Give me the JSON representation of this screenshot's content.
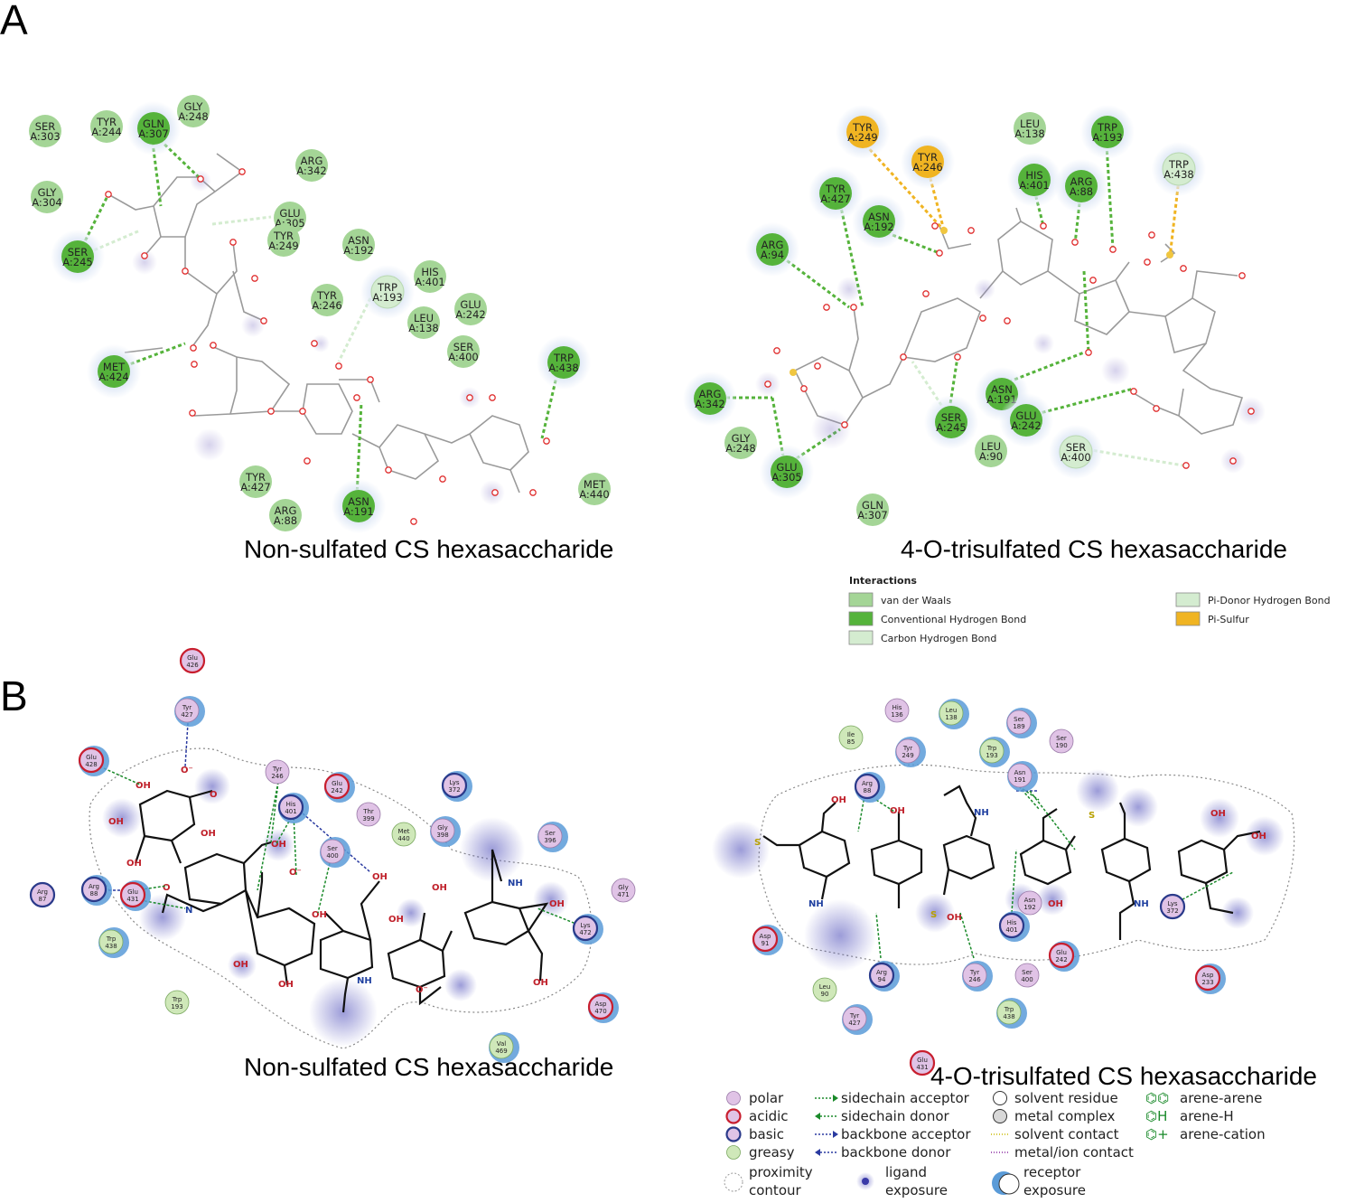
{
  "panels": {
    "a": "A",
    "b": "B"
  },
  "titles": {
    "a_left": "Non-sulfated CS hexasaccharide",
    "a_right": "4-O-trisulfated CS hexasaccharide",
    "b_left": "Non-sulfated CS hexasaccharide",
    "b_right": "4-O-trisulfated CS hexasaccharide"
  },
  "colors": {
    "vdw": "#a4d596",
    "hbond": "#55b33b",
    "carbon": "#d4ecd0",
    "pidonor": "#d4ecd0",
    "pisulfur": "#f0b422",
    "polar": "#e0c3e6",
    "acidic": "#c81e2e",
    "basic": "#2a3a8a",
    "greasy": "#cfe8b9",
    "exposure": "#5a9bd8",
    "ligand_exposure": "#4a4ab8"
  },
  "legend_a": {
    "heading": "Interactions",
    "items": [
      {
        "label": "van der Waals",
        "color": "#a4d596"
      },
      {
        "label": "Conventional Hydrogen Bond",
        "color": "#55b33b"
      },
      {
        "label": "Carbon Hydrogen Bond",
        "color": "#d4ecd0"
      },
      {
        "label": "Pi-Donor Hydrogen Bond",
        "color": "#d4ecd0"
      },
      {
        "label": "Pi-Sulfur",
        "color": "#f0b422"
      }
    ]
  },
  "legend_b": {
    "col1": [
      {
        "label": "polar",
        "kind": "polar"
      },
      {
        "label": "acidic",
        "kind": "acidic"
      },
      {
        "label": "basic",
        "kind": "basic"
      },
      {
        "label": "greasy",
        "kind": "greasy"
      },
      {
        "label1": "proximity",
        "label2": "contour",
        "kind": "contour"
      }
    ],
    "col2": [
      {
        "label": "sidechain acceptor",
        "kind": "sc-acc"
      },
      {
        "label": "sidechain donor",
        "kind": "sc-don"
      },
      {
        "label": "backbone acceptor",
        "kind": "bb-acc"
      },
      {
        "label": "backbone donor",
        "kind": "bb-don"
      },
      {
        "label1": "ligand",
        "label2": "exposure",
        "kind": "lig-exp"
      }
    ],
    "col3": [
      {
        "label": "solvent residue",
        "kind": "solvent"
      },
      {
        "label": "metal complex",
        "kind": "metal"
      },
      {
        "label": "solvent contact",
        "kind": "solv-contact"
      },
      {
        "label": "metal/ion contact",
        "kind": "metal-contact"
      },
      {
        "label1": "receptor",
        "label2": "exposure",
        "kind": "rec-exp"
      }
    ],
    "col4": [
      {
        "label": "arene-arene"
      },
      {
        "label": "arene-H"
      },
      {
        "label": "arene-cation"
      }
    ]
  },
  "atoms": {
    "o": "O",
    "oh": "OH",
    "h": "H",
    "n": "N",
    "nh": "NH",
    "ominus": "O⁻",
    "s": "S"
  },
  "a_left_residues": [
    {
      "n": "SER",
      "id": "A:303",
      "t": "vdw"
    },
    {
      "n": "TYR",
      "id": "A:244",
      "t": "vdw"
    },
    {
      "n": "GLN",
      "id": "A:307",
      "t": "hb"
    },
    {
      "n": "GLY",
      "id": "A:248",
      "t": "vdw"
    },
    {
      "n": "GLY",
      "id": "A:304",
      "t": "vdw"
    },
    {
      "n": "ARG",
      "id": "A:342",
      "t": "vdw"
    },
    {
      "n": "GLU",
      "id": "A:305",
      "t": "vdw"
    },
    {
      "n": "TYR",
      "id": "A:249",
      "t": "vdw"
    },
    {
      "n": "SER",
      "id": "A:245",
      "t": "hb"
    },
    {
      "n": "ASN",
      "id": "A:192",
      "t": "vdw"
    },
    {
      "n": "TYR",
      "id": "A:246",
      "t": "vdw"
    },
    {
      "n": "TRP",
      "id": "A:193",
      "t": "cb"
    },
    {
      "n": "HIS",
      "id": "A:401",
      "t": "vdw"
    },
    {
      "n": "GLU",
      "id": "A:242",
      "t": "vdw"
    },
    {
      "n": "LEU",
      "id": "A:138",
      "t": "vdw"
    },
    {
      "n": "SER",
      "id": "A:400",
      "t": "vdw"
    },
    {
      "n": "MET",
      "id": "A:424",
      "t": "hb"
    },
    {
      "n": "TRP",
      "id": "A:438",
      "t": "hb"
    },
    {
      "n": "TYR",
      "id": "A:427",
      "t": "vdw"
    },
    {
      "n": "ARG",
      "id": "A:88",
      "t": "vdw"
    },
    {
      "n": "ASN",
      "id": "A:191",
      "t": "hb"
    },
    {
      "n": "MET",
      "id": "A:440",
      "t": "vdw"
    }
  ],
  "a_right_residues": [
    {
      "n": "TYR",
      "id": "A:249",
      "t": "ps"
    },
    {
      "n": "TYR",
      "id": "A:246",
      "t": "ps"
    },
    {
      "n": "LEU",
      "id": "A:138",
      "t": "vdw"
    },
    {
      "n": "TRP",
      "id": "A:193",
      "t": "hb"
    },
    {
      "n": "TRP",
      "id": "A:438",
      "t": "cb"
    },
    {
      "n": "HIS",
      "id": "A:401",
      "t": "hb"
    },
    {
      "n": "ARG",
      "id": "A:88",
      "t": "hb"
    },
    {
      "n": "TYR",
      "id": "A:427",
      "t": "hb"
    },
    {
      "n": "ASN",
      "id": "A:192",
      "t": "hb"
    },
    {
      "n": "ARG",
      "id": "A:94",
      "t": "hb"
    },
    {
      "n": "ARG",
      "id": "A:342",
      "t": "hb"
    },
    {
      "n": "ASN",
      "id": "A:191",
      "t": "hb"
    },
    {
      "n": "GLU",
      "id": "A:242",
      "t": "hb"
    },
    {
      "n": "SER",
      "id": "A:245",
      "t": "hb"
    },
    {
      "n": "GLY",
      "id": "A:248",
      "t": "vdw"
    },
    {
      "n": "LEU",
      "id": "A:90",
      "t": "vdw"
    },
    {
      "n": "SER",
      "id": "A:400",
      "t": "cb"
    },
    {
      "n": "GLU",
      "id": "A:305",
      "t": "hb"
    },
    {
      "n": "GLN",
      "id": "A:307",
      "t": "vdw"
    }
  ],
  "b_left_residues": [
    {
      "n": "Glu",
      "id": "426",
      "t": "acidic"
    },
    {
      "n": "Tyr",
      "id": "427",
      "t": "polar"
    },
    {
      "n": "Glu",
      "id": "428",
      "t": "acidic"
    },
    {
      "n": "Tyr",
      "id": "246",
      "t": "polar"
    },
    {
      "n": "Glu",
      "id": "242",
      "t": "acidic"
    },
    {
      "n": "His",
      "id": "401",
      "t": "basic"
    },
    {
      "n": "Thr",
      "id": "399",
      "t": "polar"
    },
    {
      "n": "Lys",
      "id": "372",
      "t": "basic"
    },
    {
      "n": "Ser",
      "id": "400",
      "t": "polar"
    },
    {
      "n": "Met",
      "id": "440",
      "t": "greasy"
    },
    {
      "n": "Gly",
      "id": "398",
      "t": "polar"
    },
    {
      "n": "Ser",
      "id": "396",
      "t": "polar"
    },
    {
      "n": "Arg",
      "id": "87",
      "t": "basic"
    },
    {
      "n": "Arg",
      "id": "88",
      "t": "basic"
    },
    {
      "n": "Glu",
      "id": "431",
      "t": "acidic"
    },
    {
      "n": "Gly",
      "id": "471",
      "t": "polar"
    },
    {
      "n": "Trp",
      "id": "438",
      "t": "greasy"
    },
    {
      "n": "Lys",
      "id": "472",
      "t": "basic"
    },
    {
      "n": "Trp",
      "id": "193",
      "t": "greasy"
    },
    {
      "n": "Asp",
      "id": "470",
      "t": "acidic"
    },
    {
      "n": "Val",
      "id": "469",
      "t": "greasy"
    }
  ],
  "b_right_residues": [
    {
      "n": "His",
      "id": "136",
      "t": "polar"
    },
    {
      "n": "Leu",
      "id": "138",
      "t": "greasy"
    },
    {
      "n": "Ser",
      "id": "189",
      "t": "polar"
    },
    {
      "n": "Ile",
      "id": "85",
      "t": "greasy"
    },
    {
      "n": "Tyr",
      "id": "249",
      "t": "polar"
    },
    {
      "n": "Trp",
      "id": "193",
      "t": "greasy"
    },
    {
      "n": "Ser",
      "id": "190",
      "t": "polar"
    },
    {
      "n": "Asn",
      "id": "191",
      "t": "polar"
    },
    {
      "n": "Arg",
      "id": "88",
      "t": "basic"
    },
    {
      "n": "Asn",
      "id": "192",
      "t": "polar"
    },
    {
      "n": "Asp",
      "id": "91",
      "t": "acidic"
    },
    {
      "n": "His",
      "id": "401",
      "t": "basic"
    },
    {
      "n": "Lys",
      "id": "372",
      "t": "basic"
    },
    {
      "n": "Arg",
      "id": "94",
      "t": "basic"
    },
    {
      "n": "Tyr",
      "id": "246",
      "t": "polar"
    },
    {
      "n": "Ser",
      "id": "400",
      "t": "polar"
    },
    {
      "n": "Glu",
      "id": "242",
      "t": "acidic"
    },
    {
      "n": "Asp",
      "id": "233",
      "t": "acidic"
    },
    {
      "n": "Leu",
      "id": "90",
      "t": "greasy"
    },
    {
      "n": "Tyr",
      "id": "427",
      "t": "polar"
    },
    {
      "n": "Trp",
      "id": "438",
      "t": "greasy"
    },
    {
      "n": "Glu",
      "id": "431",
      "t": "acidic"
    }
  ]
}
